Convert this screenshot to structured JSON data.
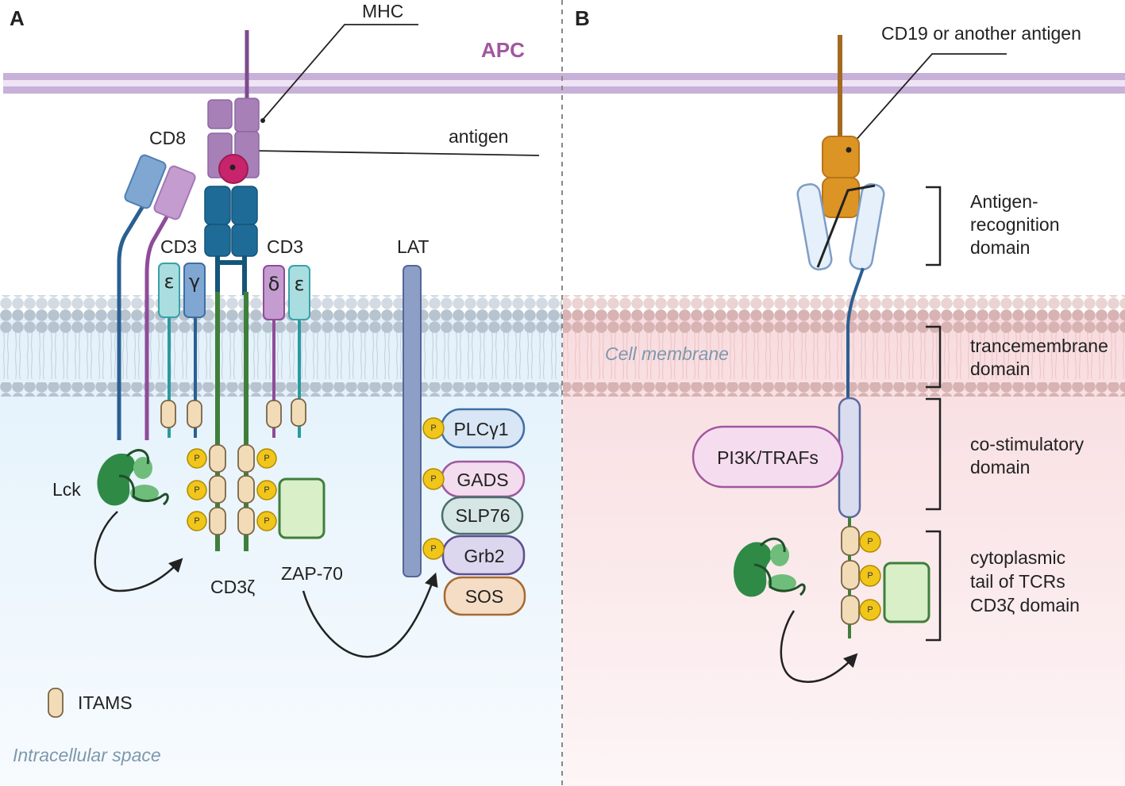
{
  "panel_a": {
    "letter": "A",
    "apc": "APC",
    "mhc": "MHC",
    "antigen": "antigen",
    "cd8": "CD8",
    "cd3_left": "CD3",
    "cd3_right": "CD3",
    "epsilon": "ε",
    "gamma": "γ",
    "delta": "δ",
    "lat": "LAT",
    "lck": "Lck",
    "cd3z": "CD3ζ",
    "zap70": "ZAP-70",
    "plcg1": "PLCγ1",
    "gads": "GADS",
    "slp76": "SLP76",
    "grb2": "Grb2",
    "sos": "SOS",
    "itams": "ITAMS",
    "intracellular": "Intracellular space",
    "phospho": "P"
  },
  "panel_b": {
    "letter": "B",
    "cd19": "CD19 or another antigen",
    "cell_membrane": "Cell membrane",
    "recog_1": "Antigen-",
    "recog_2": "recognition",
    "recog_3": "domain",
    "tm_1": "trancemembrane",
    "tm_2": "domain",
    "costim_1": "co-stimulatory",
    "costim_2": "domain",
    "cyto_1": "cytoplasmic",
    "cyto_2": "tail of TCRs",
    "cyto_3": "CD3ζ domain",
    "pi3k": "PI3K/TRAFs"
  },
  "colors": {
    "apc_purple": "#a0579e",
    "cd8_blue": "#2a5f91",
    "cd8_purple": "#8f4c9a",
    "tcr_blue": "#1f6b97",
    "zeta_green": "#3f7f3b",
    "itam": "#f2dcb8",
    "phospho": "#f1c61a",
    "zap": "#d8efc8",
    "cd19": "#dc9424",
    "membrane_a": "#b8c4cf",
    "membrane_b": "#d9b4b4"
  }
}
